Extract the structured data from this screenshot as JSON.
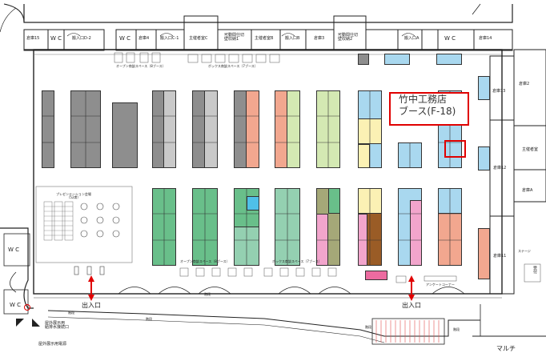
{
  "colors": {
    "gray_dark": "#8e8e8e",
    "gray_light": "#c9c9c9",
    "salmon": "#f2a78f",
    "green_light": "#d4e9b3",
    "blue_light": "#a9d8ef",
    "yellow": "#fbf1b4",
    "green": "#69bf8a",
    "green_mint": "#94d0b1",
    "cyan": "#4fc0e8",
    "olive": "#a5a878",
    "pink": "#f2a5cc",
    "brown": "#9a5c26",
    "pink_hot": "#ec6ba0",
    "highlight": "#e00000"
  },
  "callout": {
    "line1": "竹中工務店",
    "line2": "ブース(F-18)"
  },
  "labels": {
    "storage15": "倉庫15",
    "wc_a": "W C",
    "carryin_d2": "搬入口D-2",
    "wc_b": "W C",
    "storage4": "倉庫4",
    "carryin_c1": "搬入口C-1",
    "organizer_c": "主催者室C",
    "partition1": "可動間仕切\n壁収納1",
    "organizer_b": "主催者室B",
    "carryin_b": "搬入口B",
    "storage3": "倉庫3",
    "partition2": "可動間仕切\n壁収納2",
    "carryin_a": "搬入口A",
    "wc_c": "W C",
    "storage14": "倉庫14",
    "storage13": "倉庫13",
    "storage2": "倉庫2",
    "storage12": "倉庫12",
    "organizer_room": "主催者室",
    "storage_a": "倉庫A",
    "storage11": "倉庫11",
    "open_seminar_top": "オープン商談スペース（8ブース）",
    "box_seminar_top": "ボックス商談スペース（7ブース）",
    "presentation": "プレゼンテーション会場\n（52席）",
    "open_seminar_bottom": "オープン商談スペース（8ブース）",
    "box_seminar_bottom": "ボックス商談スペース（7ブース）",
    "reception": "受付",
    "stage": "ステージ",
    "survey": "アンケートコーナー",
    "exit_left": "出入口",
    "exit_right": "出入口",
    "wc_left": "W C",
    "wc_left2": "W C",
    "outdoor_drain": "屋外展示用\n給排水接続口",
    "outdoor_power": "屋外展示用電源",
    "stairs1": "階段",
    "stairs2": "階段",
    "stairs3": "階段",
    "stairs4": "階段",
    "stairs5": "階段",
    "multi": "マルチ"
  }
}
